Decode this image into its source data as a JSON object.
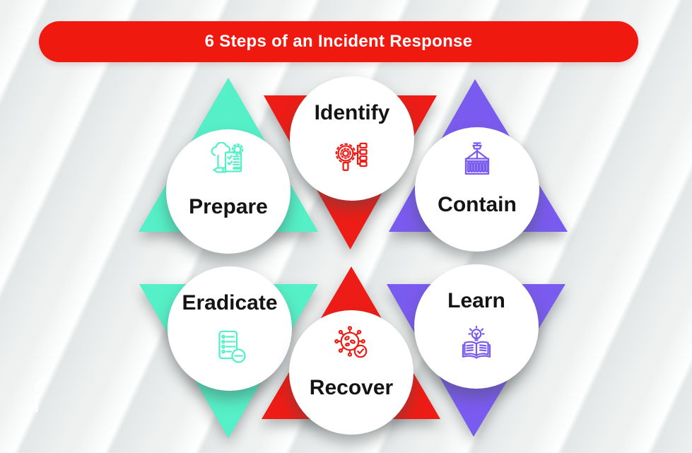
{
  "banner": {
    "title": "6 Steps of an Incident Response"
  },
  "colors": {
    "red": "#EE1C16",
    "teal": "#55F0C7",
    "purple": "#7A5BEF",
    "banner_bg": "#F0190F",
    "banner_text": "#FFFFFF",
    "label": "#141414",
    "background": "#EFF1F1",
    "stripe": "#FCFDFD"
  },
  "steps": [
    {
      "label": "Identify",
      "icon": "search-gear-network-icon",
      "color": "#EE1C16"
    },
    {
      "label": "Prepare",
      "icon": "cloud-gear-checklist-icon",
      "color": "#55F0C7"
    },
    {
      "label": "Contain",
      "icon": "crane-container-icon",
      "color": "#7A5BEF"
    },
    {
      "label": "Eradicate",
      "icon": "checklist-remove-icon",
      "color": "#55F0C7"
    },
    {
      "label": "Learn",
      "icon": "book-lightbulb-icon",
      "color": "#7A5BEF"
    },
    {
      "label": "Recover",
      "icon": "virus-check-icon",
      "color": "#EE1C16"
    }
  ]
}
